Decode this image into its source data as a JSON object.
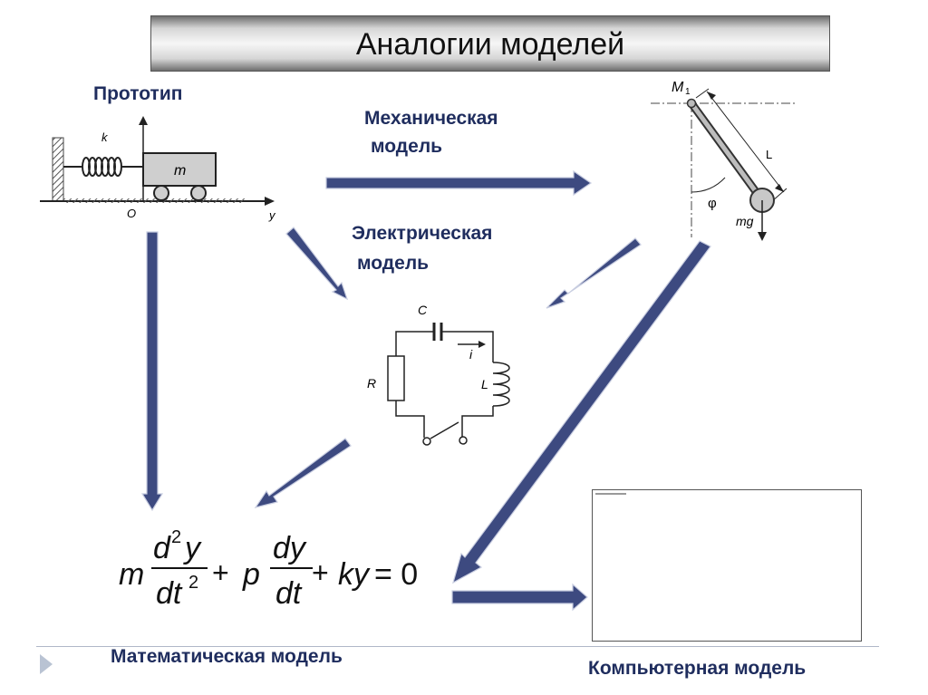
{
  "title": "Аналогии моделей",
  "labels": {
    "prototype": "Прототип",
    "mech_line1": "Механическая",
    "mech_line2": "модель",
    "elec_line1": "Электрическая",
    "elec_line2": "модель",
    "math": "Математическая модель",
    "computer": "Компьютерная модель"
  },
  "prototype_fig": {
    "k": "k",
    "m": "m",
    "o": "O",
    "y": "y"
  },
  "pendulum_fig": {
    "M": "M",
    "M_sub": "1",
    "L": "L",
    "phi": "φ",
    "mg": "mg"
  },
  "circuit_fig": {
    "C": "C",
    "i": "i",
    "R": "R",
    "L": "L"
  },
  "equation": {
    "m": "m",
    "d2": "d",
    "sup2a": "2",
    "y1": "y",
    "dt2": "dt",
    "sup2b": "2",
    "plus1": "+",
    "p": "p",
    "dy": "dy",
    "dt": "dt",
    "plus2": "+",
    "ky": "ky",
    "eq": "= 0"
  },
  "colors": {
    "arrow_fill": "#3d4a80",
    "arrow_stroke": "#c8cde0",
    "label": "#1f2d5e"
  }
}
